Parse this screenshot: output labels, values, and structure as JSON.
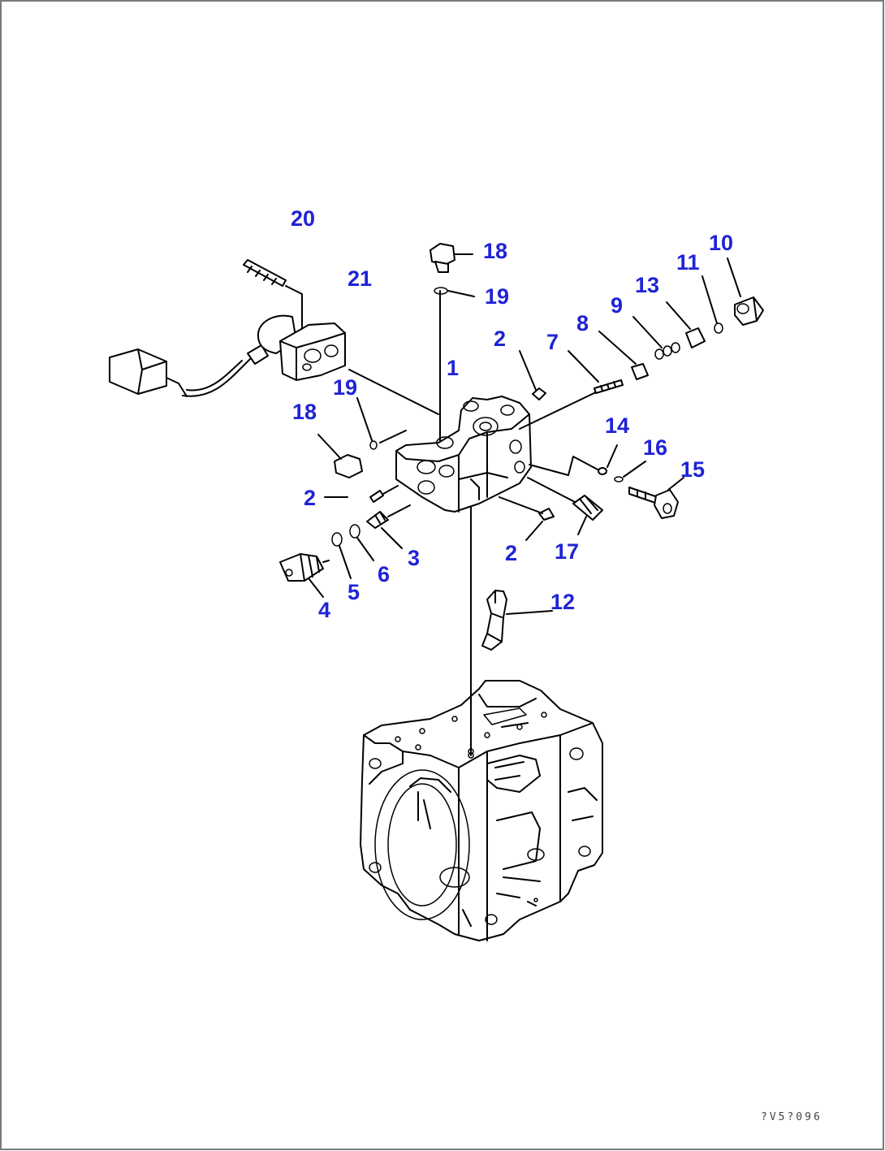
{
  "colors": {
    "label": "#1f23d6",
    "line": "#000000",
    "background": "#ffffff",
    "border": "#7a7a7a"
  },
  "drawing_ref": "?V5?096",
  "callouts": [
    {
      "id": "c20",
      "text": "20"
    },
    {
      "id": "c21",
      "text": "21"
    },
    {
      "id": "c18a",
      "text": "18"
    },
    {
      "id": "c19a",
      "text": "19"
    },
    {
      "id": "c10",
      "text": "10"
    },
    {
      "id": "c11",
      "text": "11"
    },
    {
      "id": "c13",
      "text": "13"
    },
    {
      "id": "c9",
      "text": "9"
    },
    {
      "id": "c8",
      "text": "8"
    },
    {
      "id": "c7",
      "text": "7"
    },
    {
      "id": "c2a",
      "text": "2"
    },
    {
      "id": "c1",
      "text": "1"
    },
    {
      "id": "c19b",
      "text": "19"
    },
    {
      "id": "c18b",
      "text": "18"
    },
    {
      "id": "c14",
      "text": "14"
    },
    {
      "id": "c16",
      "text": "16"
    },
    {
      "id": "c15",
      "text": "15"
    },
    {
      "id": "c2b",
      "text": "2"
    },
    {
      "id": "c3",
      "text": "3"
    },
    {
      "id": "c6",
      "text": "6"
    },
    {
      "id": "c5",
      "text": "5"
    },
    {
      "id": "c4",
      "text": "4"
    },
    {
      "id": "c2c",
      "text": "2"
    },
    {
      "id": "c17",
      "text": "17"
    },
    {
      "id": "c12",
      "text": "12"
    }
  ]
}
